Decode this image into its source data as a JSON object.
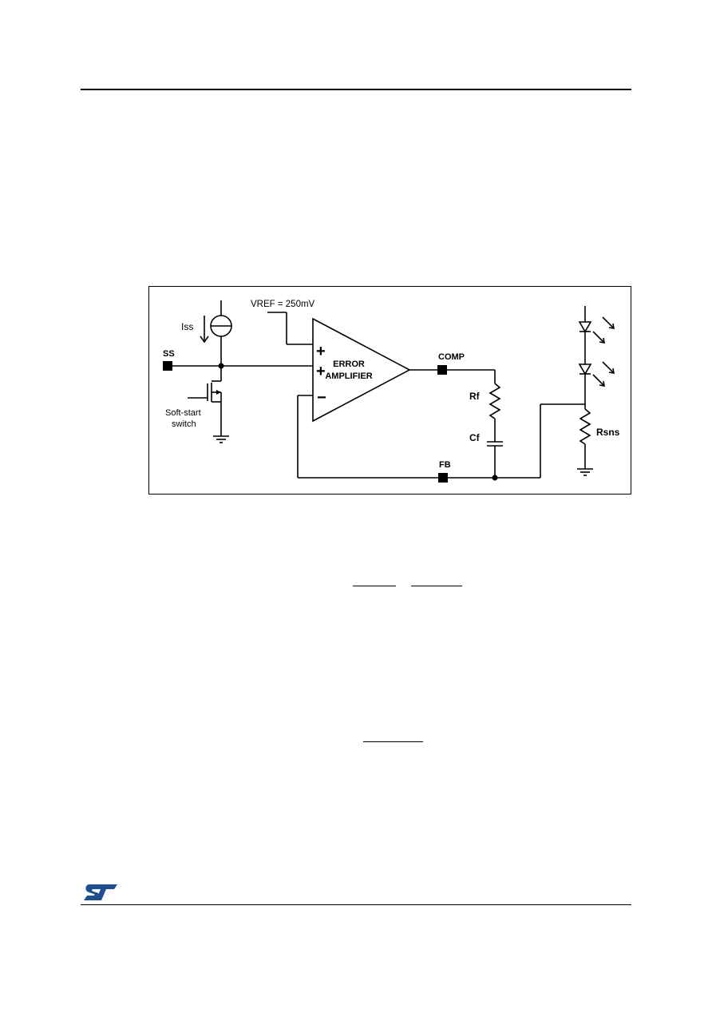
{
  "diagram": {
    "vref_label": "VREF = 250mV",
    "iss_label": "Iss",
    "ss_pin": "SS",
    "plus1": "+",
    "plus2": "+",
    "minus": "−",
    "amp_line1": "ERROR",
    "amp_line2": "AMPLIFIER",
    "comp_pin": "COMP",
    "rf_label": "Rf",
    "cf_label": "Cf",
    "fb_pin": "FB",
    "rsns_label": "Rsns",
    "softstart_line1": "Soft-start",
    "softstart_line2": "switch"
  },
  "logo": {
    "text": "ST",
    "color": "#1f4f8f"
  }
}
